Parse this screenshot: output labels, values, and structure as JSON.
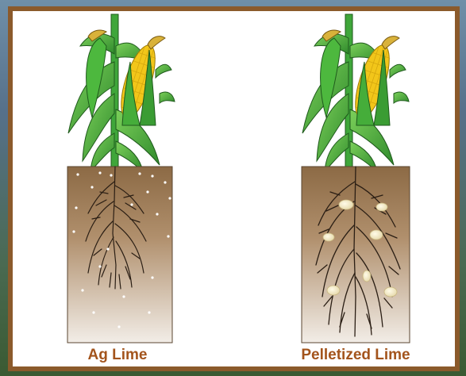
{
  "labels": {
    "left": "Ag Lime",
    "right": "Pelletized Lime"
  },
  "colors": {
    "frame": "#8b5a2b",
    "label": "#a3541c",
    "stalk_green": "#3fa63a",
    "ear_yellow": "#f2c61a",
    "soil_top": "#8c6a45",
    "soil_bottom": "#f2ede7",
    "root": "#2a1e14"
  },
  "icons": [
    "corn-plant-icon",
    "soil-column",
    "root-system-icon"
  ]
}
